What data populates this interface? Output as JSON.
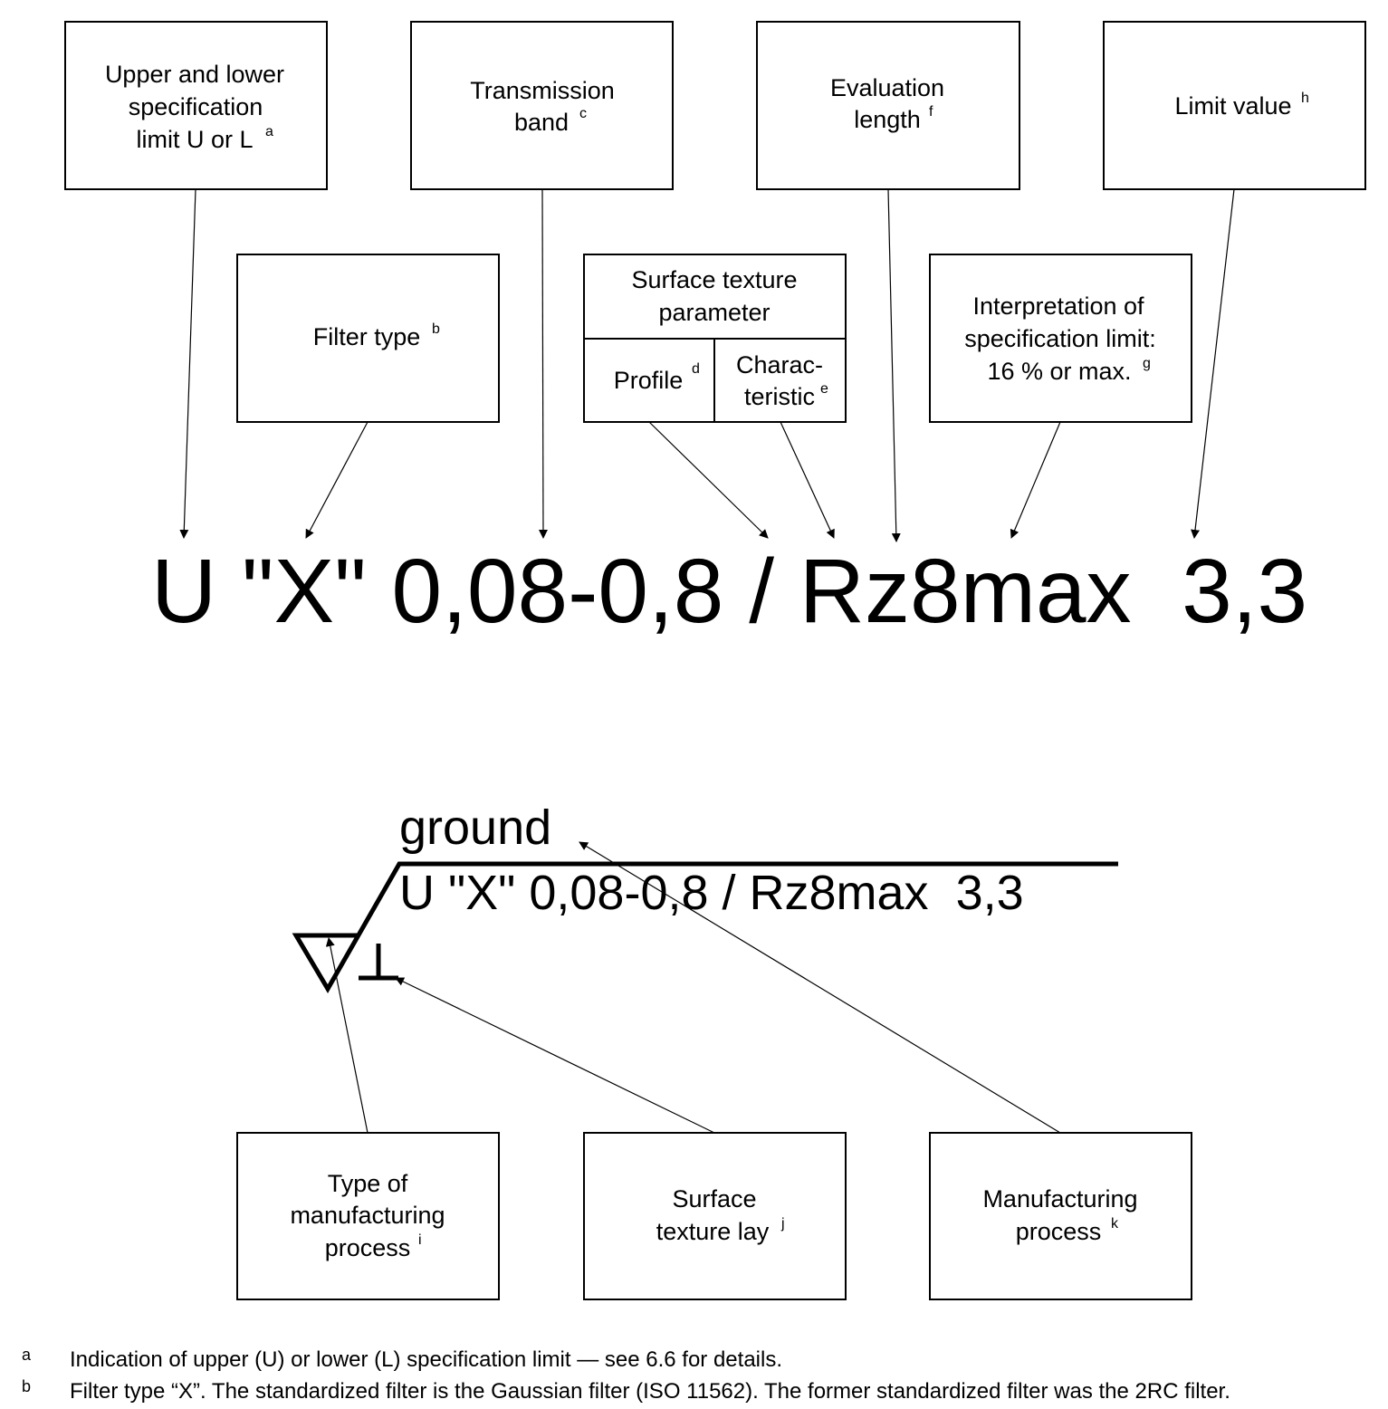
{
  "callouts": {
    "spec_limit": {
      "lines": [
        "Upper and lower",
        "specification",
        "limit U or L"
      ],
      "note": "a"
    },
    "transmission_band": {
      "lines": [
        "Transmission",
        "band"
      ],
      "note": "c"
    },
    "evaluation_length": {
      "lines": [
        "Evaluation",
        "length"
      ],
      "note": "f"
    },
    "limit_value": {
      "lines": [
        "Limit value"
      ],
      "note": "h"
    },
    "filter_type": {
      "lines": [
        "Filter type"
      ],
      "note": "b"
    },
    "surface_texture_parameter": {
      "title": [
        "Surface texture",
        "parameter"
      ],
      "profile": "Profile",
      "profile_note": "d",
      "characteristic": [
        "Charac-",
        "teristic"
      ],
      "characteristic_note": "e"
    },
    "interpretation": {
      "lines": [
        "Interpretation of",
        "specification limit:",
        "16 % or max."
      ],
      "note": "g"
    },
    "type_of_process": {
      "lines": [
        "Type of",
        "manufacturing",
        "process"
      ],
      "note": "i"
    },
    "surface_lay": {
      "lines": [
        "Surface",
        "texture lay"
      ],
      "note": "j"
    },
    "manufacturing_process": {
      "lines": [
        "Manufacturing",
        "process"
      ],
      "note": "k"
    }
  },
  "indication": "U \"X\" 0,08-0,8 / Rz8max  3,3",
  "symbol": {
    "process_text": "ground",
    "indication": "U \"X\" 0,08-0,8 / Rz8max  3,3"
  },
  "footnotes": [
    {
      "key": "a",
      "text": "Indication of upper (U) or lower (L) specification limit — see 6.6 for details."
    },
    {
      "key": "b",
      "text": "Filter type “X”. The standardized filter is the Gaussian filter (ISO 11562). The former standardized filter was the 2RC filter."
    }
  ]
}
